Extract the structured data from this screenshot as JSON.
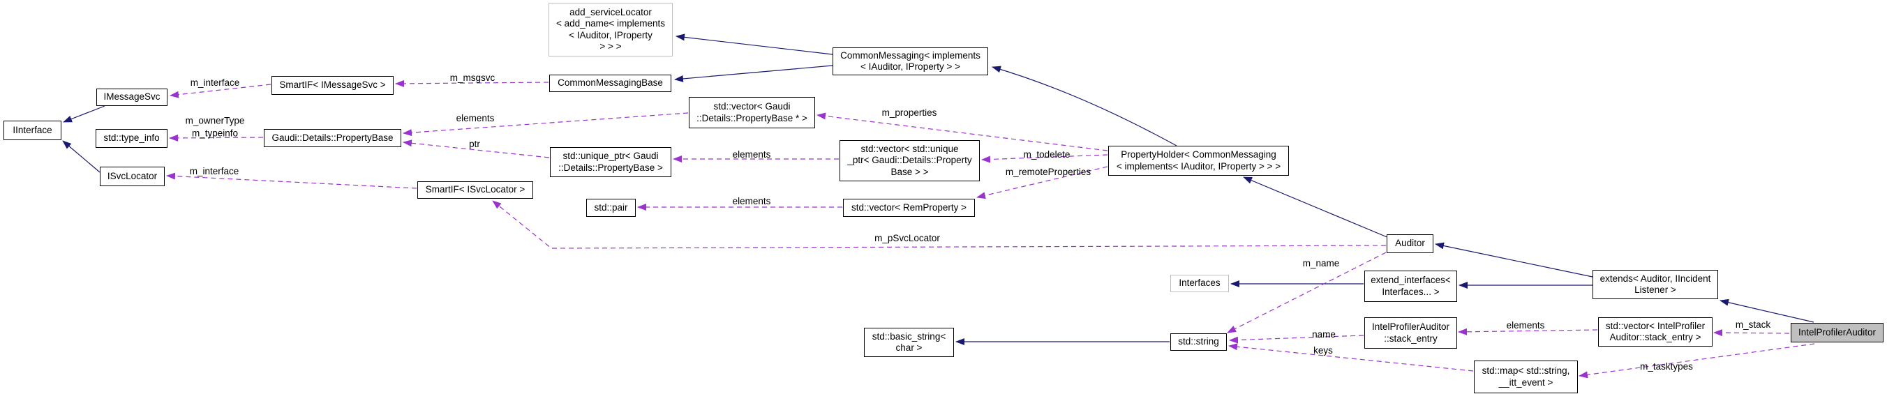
{
  "diagram": {
    "type": "doxygen-collaboration-graph",
    "focus_class": "IntelProfilerAuditor",
    "colors": {
      "inheritance_edge": "#191970",
      "usage_edge": "#9a32cd",
      "node_border": "#000000",
      "external_node_border": "#bebebe",
      "focus_node_fill": "#bfbfbf",
      "background": "#ffffff"
    }
  },
  "nodes": [
    {
      "label": "add_serviceLocator\n< add_name< implements\n< IAuditor, IProperty\n> > >"
    },
    {
      "label": "CommonMessaging< implements\n< IAuditor, IProperty > >"
    },
    {
      "label": "IMessageSvc"
    },
    {
      "label": "SmartIF< IMessageSvc >"
    },
    {
      "label": "CommonMessagingBase"
    },
    {
      "label": "IInterface"
    },
    {
      "label": "std::type_info"
    },
    {
      "label": "Gaudi::Details::PropertyBase"
    },
    {
      "label": "std::vector< Gaudi\n::Details::PropertyBase * >"
    },
    {
      "label": "std::unique_ptr< Gaudi\n::Details::PropertyBase >"
    },
    {
      "label": "std::vector< std::unique\n_ptr< Gaudi::Details::Property\nBase > >"
    },
    {
      "label": "PropertyHolder< CommonMessaging\n< implements< IAuditor, IProperty > > >"
    },
    {
      "label": "ISvcLocator"
    },
    {
      "label": "SmartIF< ISvcLocator >"
    },
    {
      "label": "std::pair"
    },
    {
      "label": "std::vector< RemProperty >"
    },
    {
      "label": "Auditor"
    },
    {
      "label": "Interfaces"
    },
    {
      "label": "extend_interfaces<\nInterfaces... >"
    },
    {
      "label": "extends< Auditor, IIncident\nListener >"
    },
    {
      "label": "std::basic_string<\nchar >"
    },
    {
      "label": "std::string"
    },
    {
      "label": "IntelProfilerAuditor\n::stack_entry"
    },
    {
      "label": "std::vector< IntelProfiler\nAuditor::stack_entry >"
    },
    {
      "label": "IntelProfilerAuditor"
    },
    {
      "label": "std::map< std::string,\n__itt_event >"
    }
  ],
  "edge_labels": [
    {
      "text": "m_interface"
    },
    {
      "text": "m_msgsvc"
    },
    {
      "text": "m_ownerType\nm_typeinfo"
    },
    {
      "text": "m_interface"
    },
    {
      "text": "elements"
    },
    {
      "text": "ptr"
    },
    {
      "text": "elements"
    },
    {
      "text": "elements"
    },
    {
      "text": "m_properties"
    },
    {
      "text": "m_todelete"
    },
    {
      "text": "m_remoteProperties"
    },
    {
      "text": "m_pSvcLocator"
    },
    {
      "text": "m_name"
    },
    {
      "text": "name"
    },
    {
      "text": "keys"
    },
    {
      "text": "elements"
    },
    {
      "text": "m_stack"
    },
    {
      "text": "m_tasktypes"
    }
  ]
}
